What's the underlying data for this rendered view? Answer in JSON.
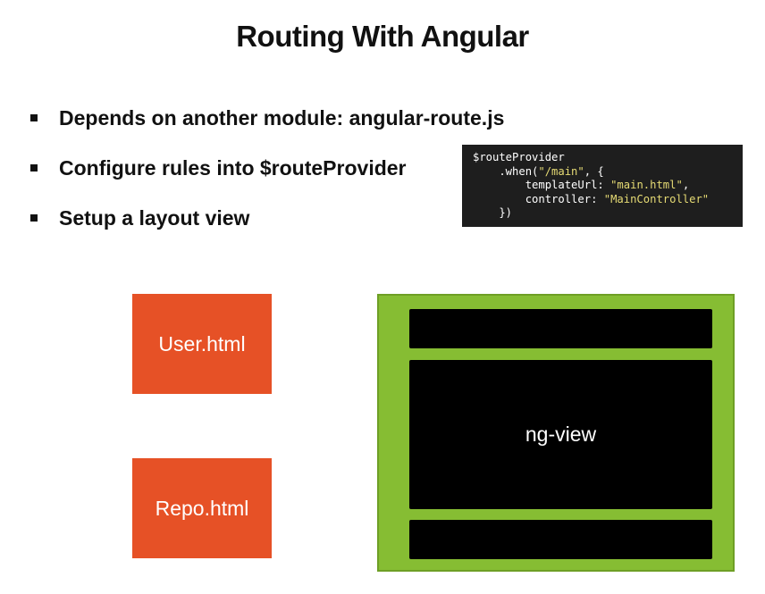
{
  "slide": {
    "title": "Routing With Angular",
    "bullets": [
      "Depends on another module: angular-route.js",
      "Configure rules into $routeProvider",
      "Setup a layout view"
    ]
  },
  "code": {
    "line1": "$routeProvider",
    "line2_prefix": "    .when(",
    "line2_string": "\"/main\"",
    "line2_suffix": ", {",
    "line3_prefix": "        templateUrl: ",
    "line3_string": "\"main.html\"",
    "line3_suffix": ",",
    "line4_prefix": "        controller: ",
    "line4_string": "\"MainController\"",
    "line5": "    })"
  },
  "diagram": {
    "pages": [
      "User.html",
      "Repo.html"
    ],
    "view_label": "ng-view"
  },
  "colors": {
    "page_box": "#e65126",
    "layout_frame": "#86bd33",
    "code_background": "#1e1e1e",
    "code_string": "#e6db74"
  }
}
